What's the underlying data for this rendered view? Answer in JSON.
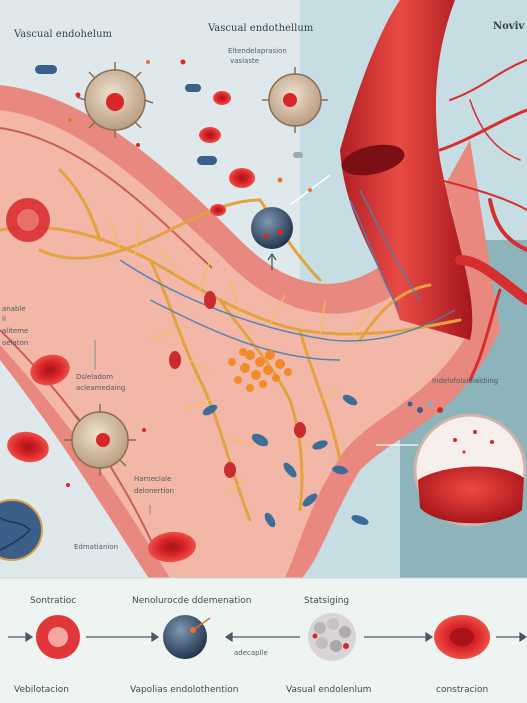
{
  "labels": {
    "top_left": "Vascual endohelum",
    "top_center": "Vascual endothellum",
    "top_right": "Noviv",
    "sub_top": "Eltendelaprasion",
    "sub_top2": "vaslaste",
    "left_mid_1": "anable",
    "left_mid_2": "il",
    "left_mid_3": "aliteme",
    "left_mid_4": "oelaton",
    "center_left_1": "Dsleladom",
    "center_left_2": "acleamedaing",
    "center_bottom_1": "Harneciale",
    "center_bottom_2": "delonertion",
    "bottom_left": "Edmatianion",
    "right_mid": "Indelofolaldlaldiing"
  },
  "bottom_strip": {
    "headers": [
      "Sontratioc",
      "Nenolurocde ddemenation",
      "Statsiging"
    ],
    "arrow_note": "adecaplle",
    "captions": [
      "Vebilotacion",
      "Vapolias endolothention",
      "Vasual endolenlum",
      "constracion"
    ]
  },
  "colors": {
    "background": "#dfe9ec",
    "vessel_wall": "#e8887f",
    "vessel_lumen": "#f3b7a8",
    "blood_cell": "#d8262a",
    "nerve_fiber": "#e4a23f",
    "accent_blue": "#3b5f88"
  }
}
